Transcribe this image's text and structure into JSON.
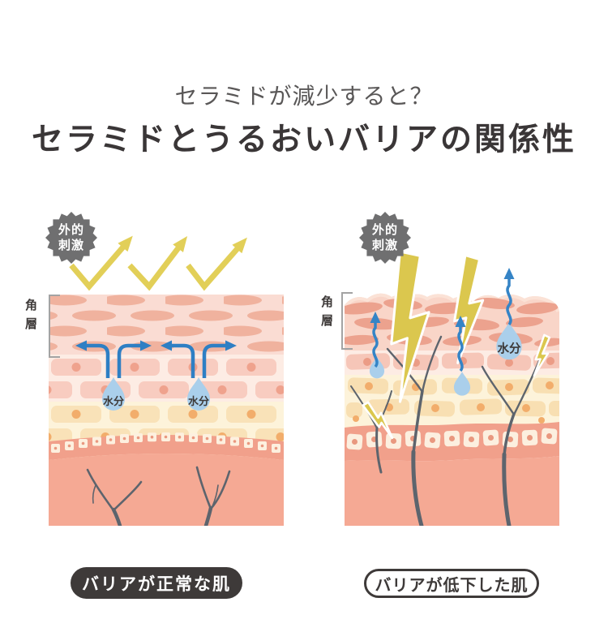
{
  "header": {
    "subtitle": "セラミドが減少すると？",
    "title": "セラミドとうるおいバリアの関係性"
  },
  "panels": {
    "left": {
      "stimulus": "外的\n刺激",
      "layer_label": "角\n層",
      "moisture_1": "水分",
      "moisture_2": "水分",
      "caption": "バリアが正常な肌"
    },
    "right": {
      "stimulus": "外的\n刺激",
      "layer_label": "角\n層",
      "moisture": "水分",
      "caption": "バリアが低下した肌"
    }
  },
  "icons": {
    "stimulus_burst": "16-point-burst",
    "water_drop": "teardrop",
    "lightning": "zigzag-bolt",
    "reflected_arrow": "v-bounce-arrow",
    "escape_arrow": "wavy-up-arrow"
  },
  "colors": {
    "title_dark": "#3a3637",
    "subtitle_gray": "#595757",
    "badge_gray": "#6f6f70",
    "caption_dark": "#3e3a39",
    "bounce_yellow": "#e2cf58",
    "lightning_yellow": "#dbc74e",
    "arrow_blue": "#2e7fc4",
    "droplet_blue": "#aacfeb",
    "corneum_bg": "#fadcd3",
    "corneum_cell": "#f0b29e",
    "epidermis_bg": "#fdece4",
    "epidermis_cell": "#f8ccc0",
    "epidermis_dot": "#efa28d",
    "granular_bg": "#fdf3da",
    "granular_cell": "#f9e2b8",
    "granular_dot": "#f2ad6b",
    "basal_bg": "#f1a08b",
    "basal_cell": "#fdf0df",
    "basal_dot": "#e9987f",
    "dermis": "#f5a994",
    "nerve_gray": "#5d646d"
  }
}
